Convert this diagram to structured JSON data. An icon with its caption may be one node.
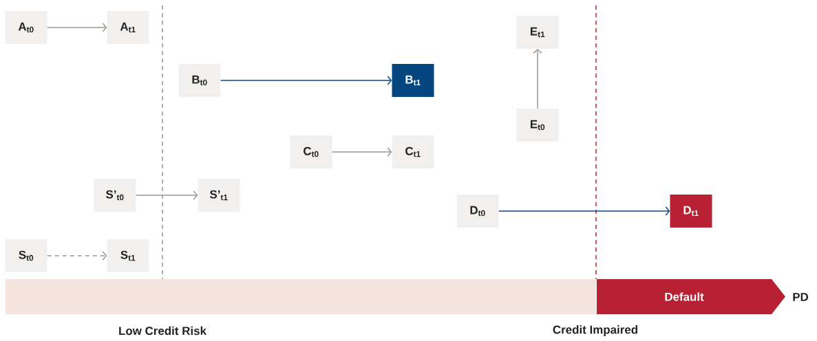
{
  "diagram": {
    "nodes": [
      {
        "text": [
          "A$_{t0}$"
        ]
      },
      {
        "text": [
          "A$_{t1}$"
        ]
      },
      {
        "text": [
          "E$_{t1}$"
        ]
      },
      {
        "text": [
          "B$_{t0}$"
        ]
      },
      {
        "text": [
          "B$_{t1}$"
        ]
      },
      {
        "text": [
          "E$_{t0}$"
        ]
      },
      {
        "text": [
          "C$_{t0}$"
        ]
      },
      {
        "text": [
          "C$_{t1}$"
        ]
      },
      {
        "text": [
          "S’$_{t0}$"
        ]
      },
      {
        "text": [
          "S’$_{t1}$"
        ]
      },
      {
        "text": [
          "D$_{t0}$"
        ]
      },
      {
        "text": [
          "D$_{t1}$"
        ]
      },
      {
        "text": [
          "S$_{t0}$"
        ]
      },
      {
        "text": [
          "S$_{t1}$"
        ]
      },
      {
        "text": [],
        "shape": "bar"
      },
      {
        "text": [
          "Default"
        ]
      }
    ],
    "edges": [
      {
        "from": 0,
        "to": 1,
        "arrow": "to"
      },
      {
        "from": 3,
        "to": 4,
        "arrow": "to",
        "color": "#0b4682"
      },
      {
        "from": 5,
        "to": 2,
        "arrow": "to"
      },
      {
        "from": 6,
        "to": 7,
        "arrow": "to"
      },
      {
        "from": 8,
        "to": 9,
        "arrow": "to"
      },
      {
        "from": 10,
        "to": 11,
        "arrow": "to",
        "color": "#0b4682"
      },
      {
        "from": 12,
        "to": 13,
        "arrow": "to",
        "style": "dashed"
      }
    ],
    "labels": [
      "Low Credit Risk",
      "Credit Impaired",
      "PD"
    ]
  }
}
